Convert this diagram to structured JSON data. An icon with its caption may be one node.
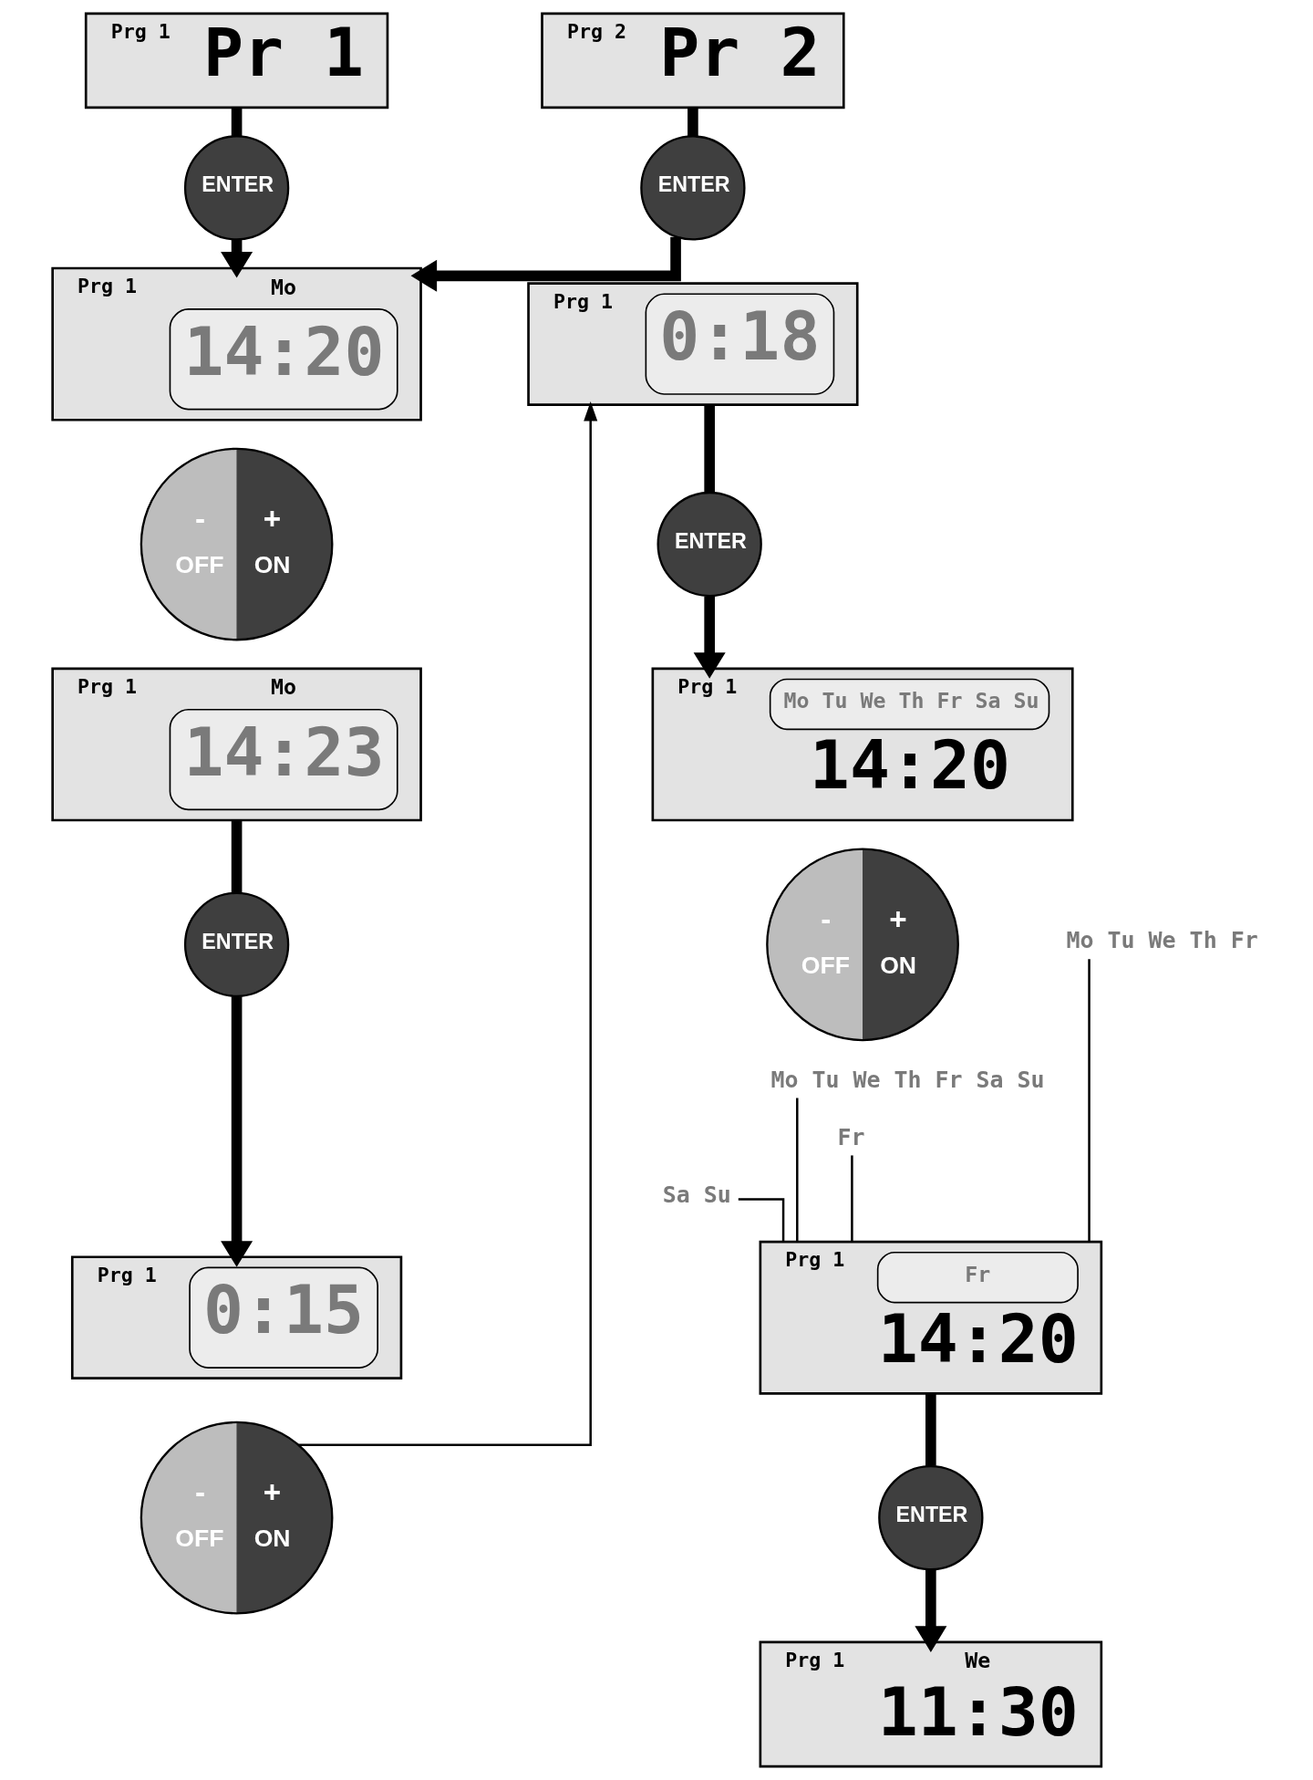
{
  "diagram": {
    "nodes": [
      {
        "text": [
          "Prg 1",
          "Pr 1"
        ]
      },
      {
        "text": [
          "Prg 2",
          "Pr 2"
        ]
      },
      {
        "text": [
          "ENTER"
        ]
      },
      {
        "text": [
          "ENTER"
        ]
      },
      {
        "text": [
          "Prg 1",
          "Mo",
          "14:20"
        ]
      },
      {
        "text": [
          "-",
          "+",
          "OFF",
          "ON"
        ]
      },
      {
        "text": [
          "Prg 1",
          "Mo",
          "14:23"
        ]
      },
      {
        "text": [
          "ENTER"
        ]
      },
      {
        "text": [
          "Prg 1",
          "0:15"
        ]
      },
      {
        "text": [
          "-",
          "+",
          "OFF",
          "ON"
        ]
      },
      {
        "text": [
          "Prg 1",
          "0:18"
        ]
      },
      {
        "text": [
          "ENTER"
        ]
      },
      {
        "text": [
          "Prg 1",
          "Mo Tu We Th Fr Sa Su",
          "14:20"
        ]
      },
      {
        "text": [
          "-",
          "+",
          "OFF",
          "ON"
        ]
      },
      {
        "text": [
          "Mo Tu We Th Fr"
        ]
      },
      {
        "text": [
          "Mo Tu We Th Fr Sa Su"
        ]
      },
      {
        "text": [
          "Fr"
        ]
      },
      {
        "text": [
          "Sa Su"
        ]
      },
      {
        "text": [
          "Prg 1",
          "Fr",
          "14:20"
        ]
      },
      {
        "text": [
          "ENTER"
        ]
      },
      {
        "text": [
          "Prg 1",
          "We",
          "11:30"
        ]
      }
    ],
    "edges": [
      {
        "from": 0,
        "to": 2,
        "arrow": "none"
      },
      {
        "from": 1,
        "to": 3,
        "arrow": "none"
      },
      {
        "from": 2,
        "to": 4,
        "arrow": "to"
      },
      {
        "from": 3,
        "to": 4,
        "arrow": "to"
      },
      {
        "from": 6,
        "to": 7,
        "arrow": "none"
      },
      {
        "from": 7,
        "to": 8,
        "arrow": "to"
      },
      {
        "from": 9,
        "to": 10,
        "arrow": "to"
      },
      {
        "from": 10,
        "to": 11,
        "arrow": "none"
      },
      {
        "from": 11,
        "to": 12,
        "arrow": "to"
      },
      {
        "from": 14,
        "to": 18,
        "arrow": "none"
      },
      {
        "from": 15,
        "to": 18,
        "arrow": "none"
      },
      {
        "from": 16,
        "to": 18,
        "arrow": "none"
      },
      {
        "from": 17,
        "to": 18,
        "arrow": "none"
      },
      {
        "from": 18,
        "to": 19,
        "arrow": "none"
      },
      {
        "from": 19,
        "to": 20,
        "arrow": "to"
      }
    ]
  }
}
